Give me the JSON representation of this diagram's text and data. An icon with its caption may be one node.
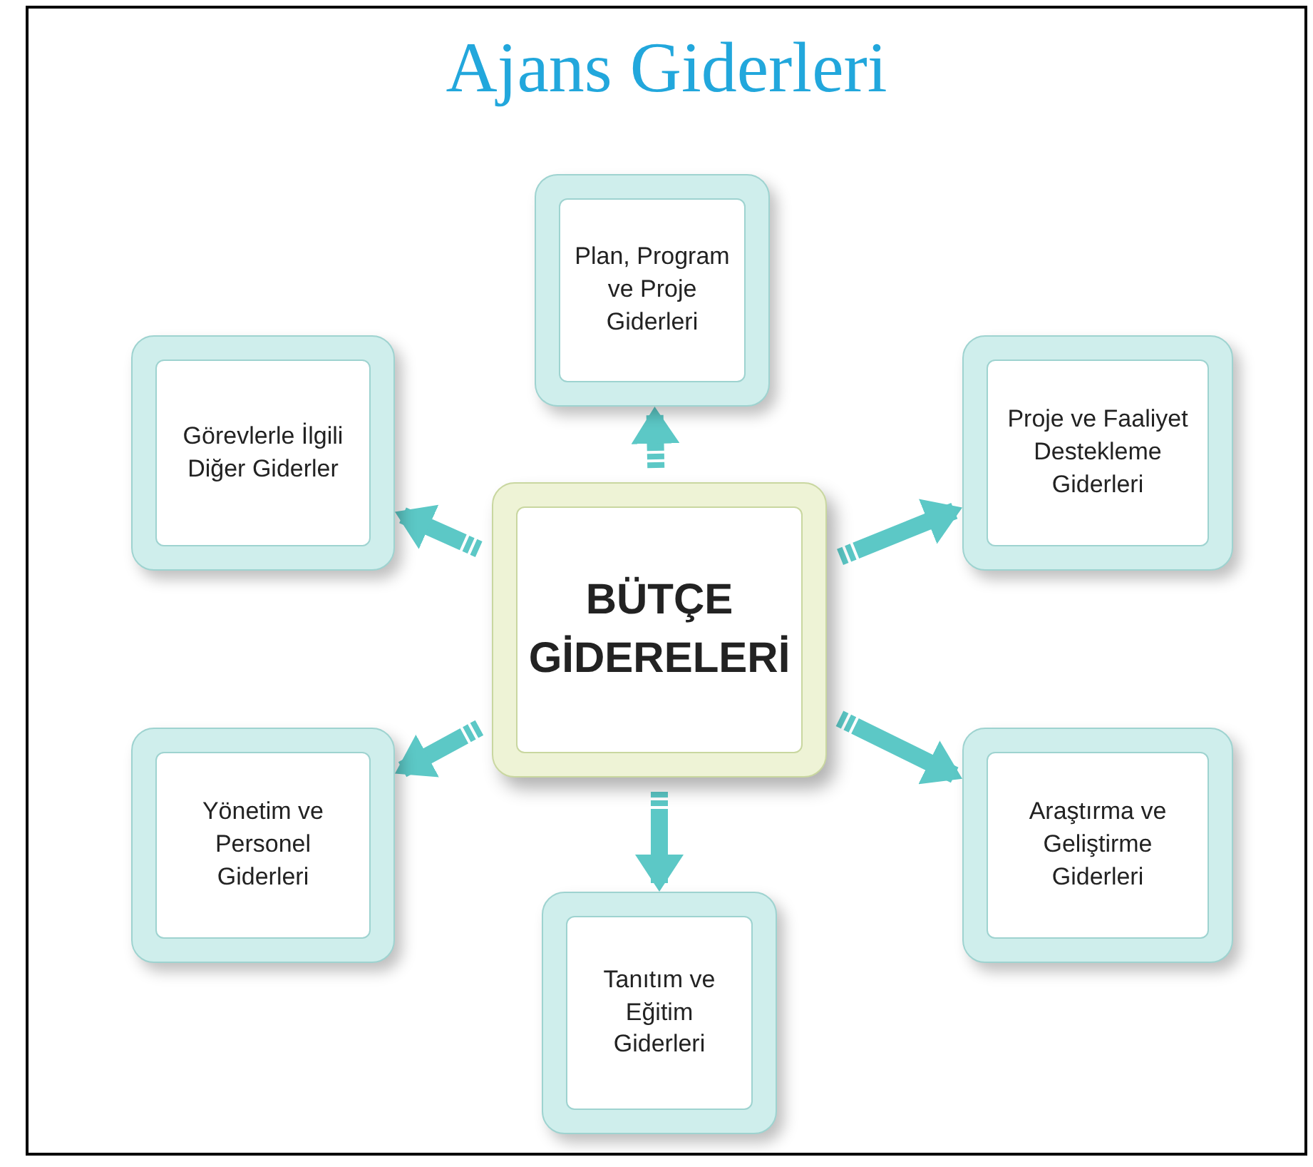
{
  "diagram": {
    "title": "Ajans Giderleri",
    "nodes": [
      {
        "text": [
          "Plan, Program ve Proje Giderleri"
        ]
      },
      {
        "text": [
          "Görevlerle İlgili Diğer Giderler"
        ]
      },
      {
        "text": [
          "Proje ve Faaliyet Destekleme Giderleri"
        ]
      },
      {
        "text": [
          "BÜTÇE GİDERELERİ"
        ]
      },
      {
        "text": [
          "Yönetim ve Personel Giderleri"
        ]
      },
      {
        "text": [
          "Araştırma ve Geliştirme Giderleri"
        ]
      },
      {
        "text": [
          "Tanıtım ve Eğitim Giderleri"
        ]
      }
    ],
    "edges": [
      {
        "from": 3,
        "to": 0,
        "arrow": "to"
      },
      {
        "from": 3,
        "to": 1,
        "arrow": "to"
      },
      {
        "from": 3,
        "to": 2,
        "arrow": "to"
      },
      {
        "from": 3,
        "to": 4,
        "arrow": "to"
      },
      {
        "from": 3,
        "to": 5,
        "arrow": "to"
      },
      {
        "from": 3,
        "to": 6,
        "arrow": "to"
      }
    ]
  }
}
